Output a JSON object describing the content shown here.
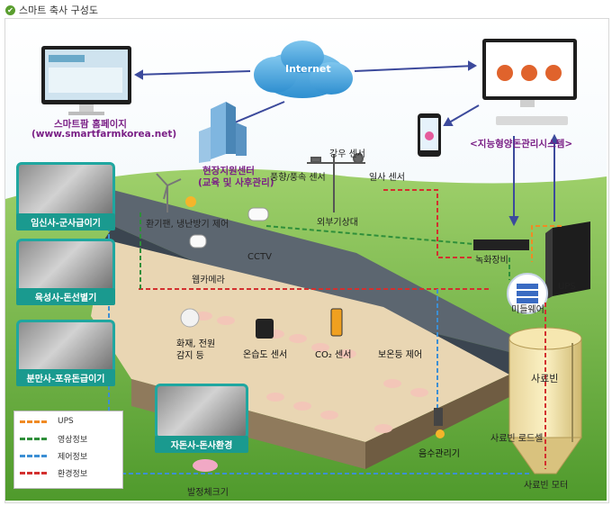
{
  "page_title": "스마트 축사 구성도",
  "internet": "Internet",
  "homepage": {
    "title": "스마트팜 홈페이지",
    "url": "(www.smartfarmkorea.net)"
  },
  "support_center": {
    "title": "현장지원센터",
    "sub": "(교육 및 사후관리)"
  },
  "mgmt_system": "<지능형양돈관리시스템>",
  "sensors": {
    "rain": "강우 센서",
    "wind": "풍향/풍속 센서",
    "sun": "일사 센서",
    "weather": "외부기상대"
  },
  "equipment": {
    "fan": "환기팬, 냉난방기 제어",
    "cctv": "CCTV",
    "webcam": "웹카메라",
    "fire1": "화재, 전원",
    "fire2": "감지 등",
    "temp_hum": "온습도 센서",
    "co2": "CO₂ 센서",
    "heater": "보온등 제어",
    "water": "음수관리기",
    "silo": "사료빈",
    "loadcell": "사료빈 로드셀",
    "silo_motor": "사료빈 모터",
    "fever": "발정체크기",
    "nvr": "녹화장비",
    "ups": "UPS",
    "middleware": "미들웨어"
  },
  "photos": [
    "임신사-군사급이기",
    "육성사-돈선별기",
    "분만사-포유돈급이기",
    "자돈사-돈사환경"
  ],
  "legend": [
    {
      "label": "UPS",
      "color": "#f08a24"
    },
    {
      "label": "영상정보",
      "color": "#2f8f3a"
    },
    {
      "label": "제어정보",
      "color": "#3c8fd4"
    },
    {
      "label": "환경정보",
      "color": "#d3302f"
    }
  ]
}
